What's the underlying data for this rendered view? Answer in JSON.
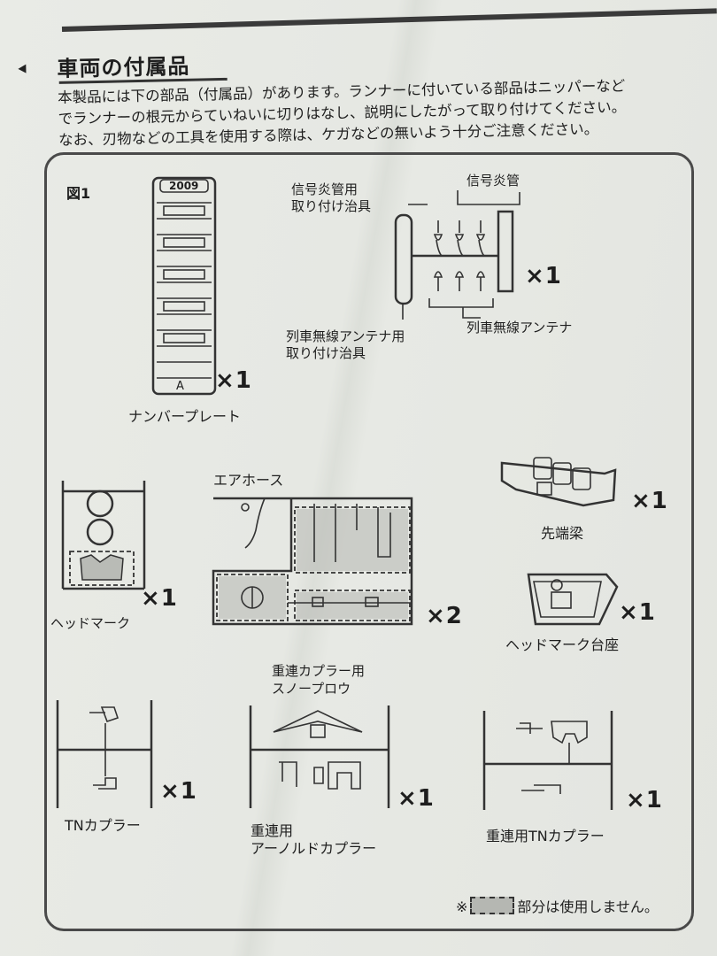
{
  "section": {
    "title": "車両の付属品",
    "intro": [
      "本製品には下の部品（付属品）があります。ランナーに付いている部品はニッパーなど",
      "でランナーの根元からていねいに切りはなし、説明にしたがって取り付けてください。",
      "なお、刃物などの工具を使用する際は、ケガなどの無いよう十分ご注意ください。"
    ]
  },
  "figure": {
    "label": "図1",
    "number_plate": {
      "top_text": "2009",
      "bottom_text": "A",
      "qty": "×1",
      "label": "ナンバープレート"
    },
    "signal_runner": {
      "jig_label": [
        "信号炎管用",
        "取り付け治具"
      ],
      "tube_label": "信号炎管",
      "antenna_jig_label": [
        "列車無線アンテナ用",
        "取り付け治具"
      ],
      "antenna_label": "列車無線アンテナ",
      "qty": "×1"
    },
    "head_mark": {
      "qty": "×1",
      "label": "ヘッドマーク"
    },
    "air_hose_runner": {
      "label": "エアホース",
      "qty": "×2"
    },
    "end_beam": {
      "qty": "×1",
      "label": "先端梁"
    },
    "head_mark_base": {
      "qty": "×1",
      "label": "ヘッドマーク台座"
    },
    "tn_coupler": {
      "qty": "×1",
      "label": "TNカプラー"
    },
    "arnold_coupler": {
      "plow_label": [
        "重連カプラー用",
        "スノープロウ"
      ],
      "qty": "×1",
      "label": [
        "重連用",
        "アーノルドカプラー"
      ]
    },
    "double_tn_coupler": {
      "qty": "×1",
      "label": "重連用TNカプラー"
    },
    "footnote": {
      "prefix": "※",
      "suffix": "部分は使用しません。"
    }
  }
}
